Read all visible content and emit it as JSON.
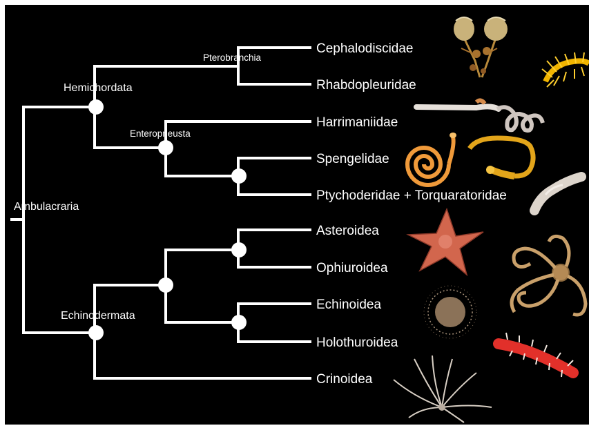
{
  "colors": {
    "background": "#000000",
    "frame": "#ffffff",
    "tree": "#ffffff"
  },
  "tree": {
    "root_clade": "Ambulacraria",
    "clades": {
      "hemichordata": "Hemichordata",
      "pterobranchia": "Pterobranchia",
      "enteropneusta": "Enteropneusta",
      "echinodermata": "Echinodermata"
    },
    "taxa": [
      "Cephalodiscidae",
      "Rhabdopleuridae",
      "Harrimaniidae",
      "Spengelidae",
      "Ptychoderidae + Torquaratoridae",
      "Asteroidea",
      "Ophiuroidea",
      "Echinoidea",
      "Holothuroidea",
      "Crinoidea"
    ]
  },
  "organism_photos": [
    "cephalodiscus-photo",
    "rhabdopleura-photo",
    "harrimaniid-worm-photo",
    "spengelid-worm-photo",
    "ptychoderid-worm-photo",
    "torquaratorid-worm-photo",
    "sea-star-photo",
    "brittle-star-photo",
    "sea-urchin-photo",
    "sea-cucumber-photo",
    "crinoid-photo"
  ]
}
